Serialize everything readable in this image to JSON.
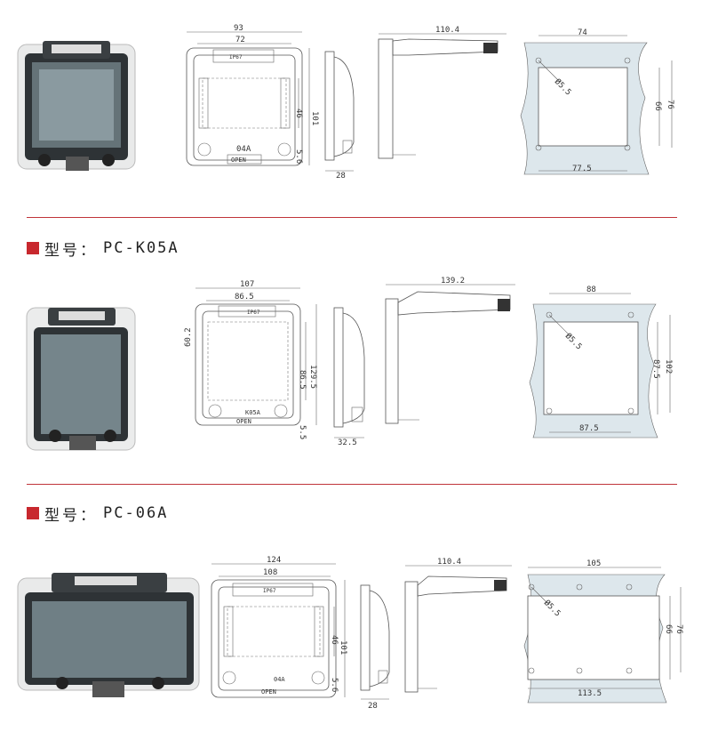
{
  "sections": [
    {
      "dims": {
        "front_w_outer": "93",
        "front_w_inner": "72",
        "front_h_outer": "101",
        "front_h_inner": "46",
        "front_small": "5.6",
        "side_depth": "28",
        "top_w": "110.4",
        "cut_w_top": "74",
        "cut_hole": "Ø5.5",
        "cut_h_inner": "66",
        "cut_h_outer": "76",
        "cut_w_bottom": "77.5"
      },
      "badge": "04A",
      "ip": "IP67",
      "open": "OPEN"
    },
    {
      "model_label": "型号：",
      "model_code": "PC-K05A",
      "dims": {
        "front_w_outer": "107",
        "front_w_inner": "86.5",
        "front_left_h": "60.2",
        "front_h_inner": "86.5",
        "front_h_outer": "129.5",
        "front_small": "5.5",
        "side_depth": "32.5",
        "top_w": "139.2",
        "cut_w_top": "88",
        "cut_hole": "Ø5.5",
        "cut_h_inner": "87.5",
        "cut_h_outer": "102",
        "cut_w_bottom": "87.5"
      },
      "badge": "K05A",
      "ip": "IP67",
      "open": "OPEN"
    },
    {
      "model_label": "型号：",
      "model_code": "PC-06A",
      "dims": {
        "front_w_outer": "124",
        "front_w_inner": "108",
        "front_h_inner": "46",
        "front_h_outer": "101",
        "front_small": "5.6",
        "side_depth": "28",
        "top_w": "110.4",
        "cut_w_top": "105",
        "cut_hole": "Ø5.5",
        "cut_h_inner": "66",
        "cut_h_outer": "76",
        "cut_w_bottom": "113.5"
      },
      "badge": "04A",
      "ip": "IP67",
      "open": "OPEN"
    }
  ],
  "colors": {
    "divider": "#c0343a",
    "model_square": "#c8282e",
    "cutout_panel": "#dde7ec"
  }
}
